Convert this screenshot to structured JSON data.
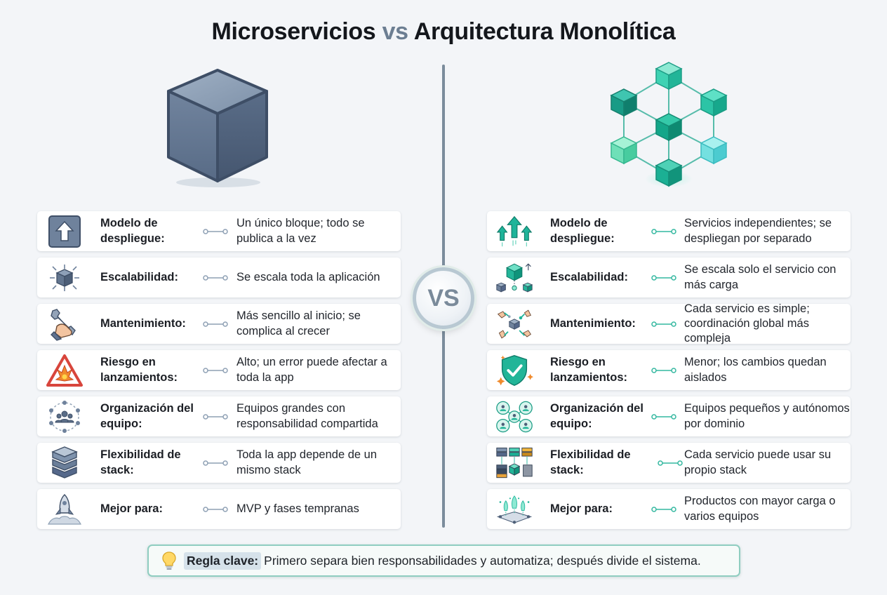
{
  "title": {
    "part1": "Microservicios",
    "vs": "vs",
    "part2": "Arquitectura Monolítica"
  },
  "vs_badge": "VS",
  "left_rows": [
    {
      "icon": "upload-arrow-icon",
      "label": "Modelo de despliegue:",
      "value": "Un único bloque; todo se publica a la vez"
    },
    {
      "icon": "scale-cube-icon",
      "label": "Escalabilidad:",
      "value": "Se escala toda la aplicación"
    },
    {
      "icon": "wrench-hand-icon",
      "label": "Mantenimiento:",
      "value": "Más sencillo al inicio; se complica al crecer"
    },
    {
      "icon": "warning-triangle-icon",
      "label": "Riesgo en lanzamientos:",
      "value": "Alto; un error puede afectar a toda la app"
    },
    {
      "icon": "team-circle-icon",
      "label": "Organización del equipo:",
      "value": "Equipos grandes con responsabilidad compartida"
    },
    {
      "icon": "stack-layers-icon",
      "label": "Flexibilidad de stack:",
      "value": "Toda la app depende de un mismo stack"
    },
    {
      "icon": "rocket-icon",
      "label": "Mejor para:",
      "value": "MVP y fases tempranas"
    }
  ],
  "right_rows": [
    {
      "icon": "multi-arrow-up-icon",
      "label": "Modelo de despliegue:",
      "value": "Servicios independientes; se despliegan por separado"
    },
    {
      "icon": "cube-scale-icon",
      "label": "Escalabilidad:",
      "value": "Se escala solo el servicio con más carga"
    },
    {
      "icon": "tools-hands-icon",
      "label": "Mantenimiento:",
      "value": "Cada servicio es simple; coordinación global más compleja"
    },
    {
      "icon": "shield-check-icon",
      "label": "Riesgo en lanzamientos:",
      "value": "Menor; los cambios quedan aislados"
    },
    {
      "icon": "teams-network-icon",
      "label": "Organización del equipo:",
      "value": "Equipos pequeños y autónomos por dominio"
    },
    {
      "icon": "multi-stack-icon",
      "label": "Flexibilidad de stack:",
      "value": "Cada servicio puede usar su propio stack"
    },
    {
      "icon": "rockets-platform-icon",
      "label": "Mejor para:",
      "value": "Productos con mayor carga o varios equipos"
    }
  ],
  "rule": {
    "key": "Regla clave:",
    "text": "Primero separa bien responsabilidades y automatiza; después divide el sistema."
  },
  "colors": {
    "monolith": "#5d718c",
    "micro": "#1fb49a",
    "connector_left": "#8ea0b4",
    "connector_right": "#34b8a0"
  }
}
